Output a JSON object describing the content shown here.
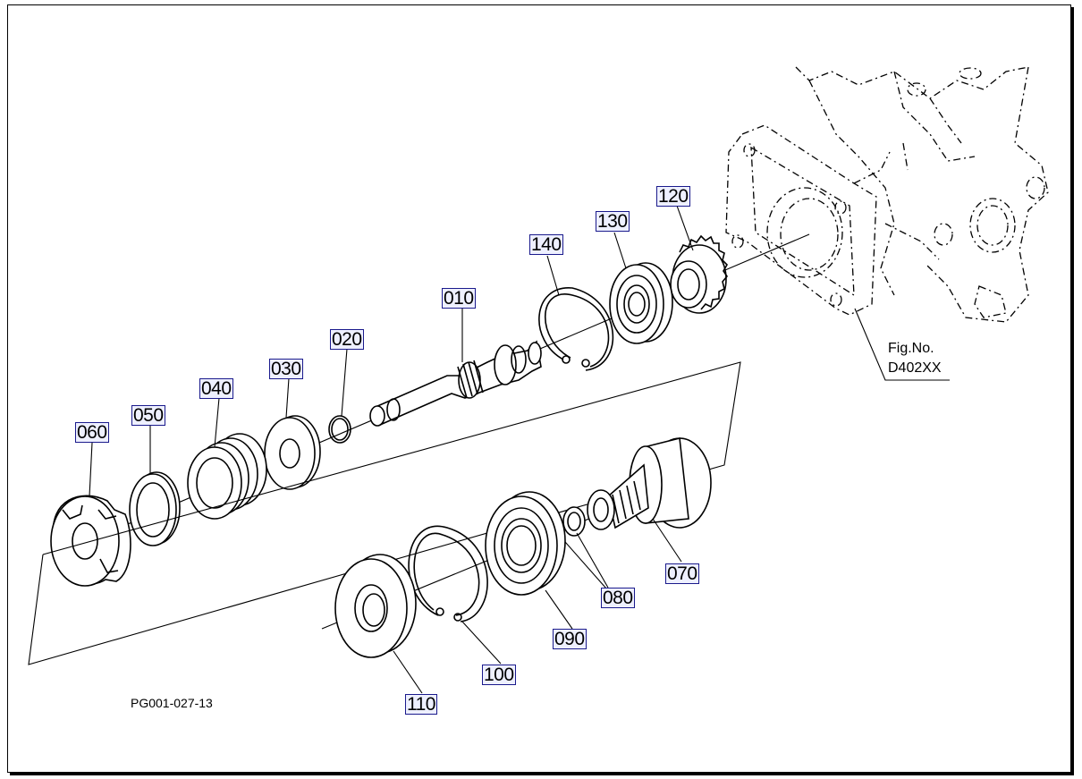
{
  "diagram": {
    "drawing_code": "PG001-027-13",
    "fig_ref": {
      "line1": "Fig.No.",
      "line2": "D402XX"
    },
    "parts": [
      {
        "id": "p010",
        "number": "010"
      },
      {
        "id": "p020",
        "number": "020"
      },
      {
        "id": "p030",
        "number": "030"
      },
      {
        "id": "p040",
        "number": "040"
      },
      {
        "id": "p050",
        "number": "050"
      },
      {
        "id": "p060",
        "number": "060"
      },
      {
        "id": "p070",
        "number": "070"
      },
      {
        "id": "p080",
        "number": "080"
      },
      {
        "id": "p090",
        "number": "090"
      },
      {
        "id": "p100",
        "number": "100"
      },
      {
        "id": "p110",
        "number": "110"
      },
      {
        "id": "p120",
        "number": "120"
      },
      {
        "id": "p130",
        "number": "130"
      },
      {
        "id": "p140",
        "number": "140"
      }
    ]
  }
}
